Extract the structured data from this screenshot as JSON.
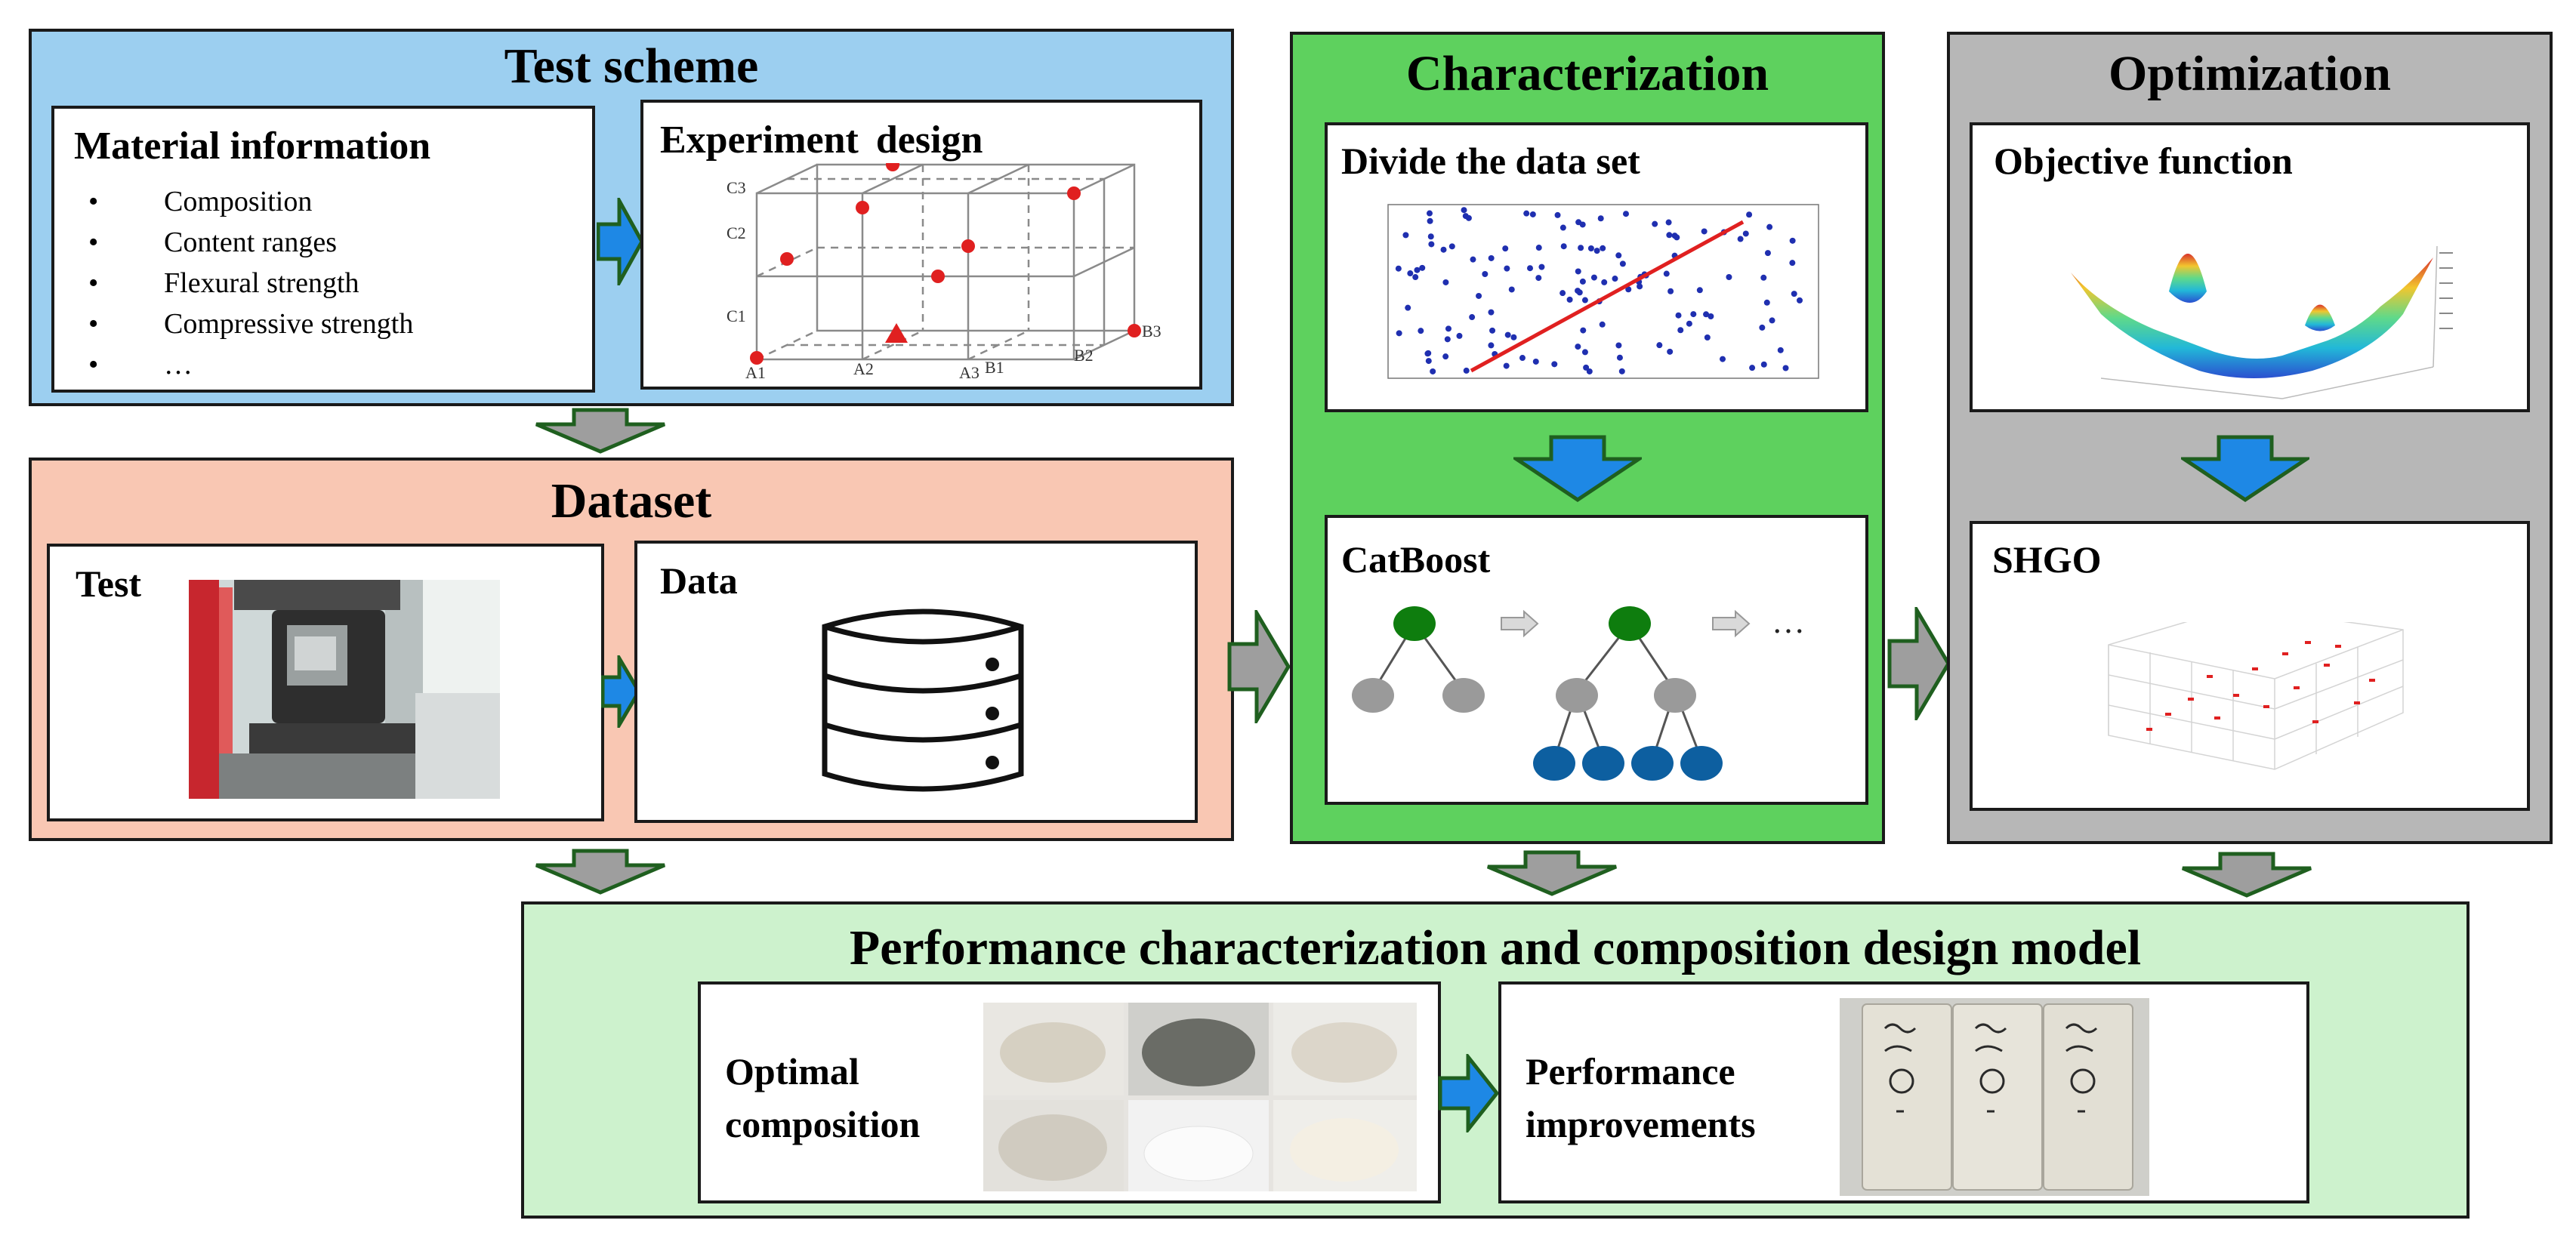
{
  "test_scheme": {
    "title": "Test scheme",
    "material": {
      "title": "Material information",
      "items": [
        "Composition",
        "Content ranges",
        "Flexural strength",
        "Compressive strength",
        "…"
      ]
    },
    "experiment": {
      "title": "Experiment design",
      "labels": {
        "c1": "C1",
        "c2": "C2",
        "c3": "C3",
        "a1": "A1",
        "a2": "A2",
        "a3": "A3",
        "b1": "B1",
        "b2": "B2",
        "b3": "B3"
      }
    }
  },
  "dataset": {
    "title": "Dataset",
    "test_label": "Test",
    "data_label": "Data"
  },
  "characterization": {
    "title": "Characterization",
    "divide_title": "Divide the data set",
    "catboost_title": "CatBoost",
    "ellipsis": "…"
  },
  "optimization": {
    "title": "Optimization",
    "objective_title": "Objective function",
    "shgo_title": "SHGO"
  },
  "model": {
    "title": "Performance characterization and composition design model",
    "optimal_label": "Optimal composition",
    "performance_label": "Performance improvements"
  },
  "colors": {
    "blue_panel": "#9ccff0",
    "salmon_panel": "#f9c7b3",
    "green_panel": "#5ed15e",
    "gray_panel": "#b7b7b7",
    "lightgreen_panel": "#cdf2cd",
    "arrow_blue": "#1e88e5",
    "arrow_gray": "#9e9e9e",
    "arrow_border": "#1f5f1f",
    "red_dot": "#e02020",
    "blue_dot": "#1f2fb0",
    "tree_green": "#0e7d0e",
    "tree_gray": "#9a9a9a",
    "tree_blue": "#0d5fa0"
  }
}
